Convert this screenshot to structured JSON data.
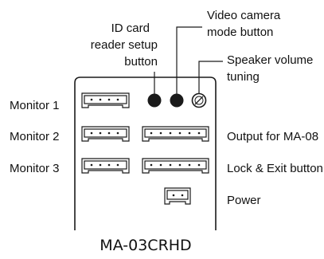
{
  "diagram": {
    "id_card_label": [
      "ID card",
      "reader setup",
      "button"
    ],
    "video_camera_label": [
      "Video camera",
      "mode button"
    ],
    "speaker_label": [
      "Speaker volume",
      "tuning"
    ],
    "monitor1": "Monitor 1",
    "monitor2": "Monitor 2",
    "monitor3": "Monitor 3",
    "output": "Output for MA-08",
    "lock_exit": "Lock & Exit button",
    "power": "Power",
    "model": "MA-03CRHD"
  }
}
